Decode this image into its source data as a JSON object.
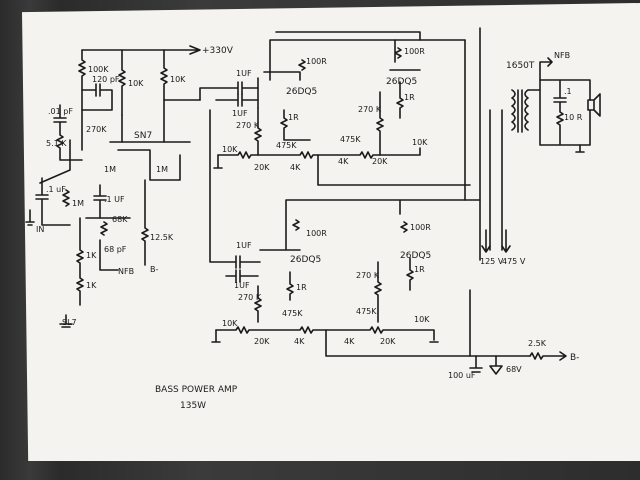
{
  "title": "BASS POWER AMP",
  "subtitle": "135W",
  "supply": {
    "hv": "+330V",
    "b_minus": "B-",
    "bias": "68V",
    "bias_res": "2.5K",
    "bias_cap": "100 uF"
  },
  "input": {
    "jack_label": "IN",
    "cap": ".1 uF",
    "grid_res": "1M",
    "nfb": "NFB"
  },
  "preamp": {
    "tube": "SN7",
    "plate1": "100K",
    "plate2": "10K",
    "plate3": "10K",
    "cap_120": "120 pF",
    "cap_01": ".01 pF",
    "r_51k": "5.1 K",
    "r_270k": "270K",
    "r_1m_a": "1M",
    "r_1m_b": "1M",
    "r_1m_c": "1M",
    "coup": ".1 UF",
    "r_68k": "68K",
    "cap_68": "68 pF",
    "r_1k_a": "1K",
    "r_1k_b": "1K",
    "r_125k": "12.5K",
    "led": "SL7"
  },
  "output_top": {
    "tube": "26DQ5",
    "tube2": "26DQ5",
    "cap1": "1UF",
    "cap2": "1UF",
    "r100a": "100R",
    "r100b": "100R",
    "r270a": "270 K",
    "r270b": "270 K",
    "r1a": "1R",
    "r1b": "1R",
    "r475a": "475K",
    "r475b": "475K",
    "r10k": "10K",
    "r10k2": "10K",
    "r20ka": "20K",
    "r20kb": "20K",
    "r4ka": "4K",
    "r4kb": "4K"
  },
  "output_bot": {
    "tube": "26DQ5",
    "tube2": "26DQ5",
    "cap1": "1UF",
    "cap2": "1UF",
    "r100a": "100R",
    "r100b": "100R",
    "r270a": "270 K",
    "r270b": "270 K",
    "r1a": "1R",
    "r1b": "1R",
    "r475a": "475K",
    "r475b": "475K",
    "r10k": "10K",
    "r10k2": "10K",
    "r20ka": "20K",
    "r20kb": "20K",
    "r4ka": "4K",
    "r4kb": "4K"
  },
  "transformer": {
    "model": "1650T",
    "nfb": "NFB",
    "cap": ".1",
    "res": "10 R",
    "tap_125": "125 V",
    "tap_475": "475 V"
  }
}
